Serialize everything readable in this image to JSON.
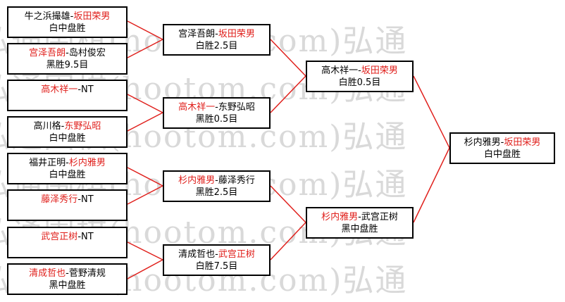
{
  "watermark": [
    "弘通围棋(hootom.com)弘通",
    "弘通围棋(hootom.com)弘通",
    "弘通围棋(hootom.com)弘通",
    "弘通围棋(hootom.com)弘通",
    "弘通围棋(hootom.com)弘通",
    "弘通围棋(hootom.com)弘通"
  ],
  "colors": {
    "winner": "#e0201c",
    "connector": "#e0201c",
    "border": "#000000"
  },
  "round1": [
    {
      "a": "牛之浜撮雄",
      "sep": "-",
      "b": "坂田荣男",
      "winner": "b",
      "result": "白中盘胜"
    },
    {
      "a": "宫泽吾朗",
      "sep": "-",
      "b": "岛村俊宏",
      "winner": "a",
      "result": "黑胜9.5目"
    },
    {
      "a": "高木祥一",
      "sep": "-",
      "b": "NT",
      "winner": "a",
      "result": ""
    },
    {
      "a": "高川格",
      "sep": "-",
      "b": "东野弘昭",
      "winner": "b",
      "result": "白中盘胜"
    },
    {
      "a": "福井正明",
      "sep": "-",
      "b": "杉内雅男",
      "winner": "b",
      "result": "白中盘胜"
    },
    {
      "a": "藤泽秀行",
      "sep": "-",
      "b": "NT",
      "winner": "a",
      "result": ""
    },
    {
      "a": "武宫正树",
      "sep": "-",
      "b": "NT",
      "winner": "a",
      "result": ""
    },
    {
      "a": "清成哲也",
      "sep": "-",
      "b": "菅野清规",
      "winner": "a",
      "result": "黑中盘胜"
    }
  ],
  "round2": [
    {
      "a": "宫泽吾朗",
      "sep": "-",
      "b": "坂田荣男",
      "winner": "b",
      "result": "白胜2.5目"
    },
    {
      "a": "高木祥一",
      "sep": "-",
      "b": "东野弘昭",
      "winner": "a",
      "result": "黑胜0.5目"
    },
    {
      "a": "杉内雅男",
      "sep": "-",
      "b": "藤泽秀行",
      "winner": "a",
      "result": "黑胜2.5目"
    },
    {
      "a": "清成哲也",
      "sep": "-",
      "b": "武宫正树",
      "winner": "b",
      "result": "白胜7.5目"
    }
  ],
  "round3": [
    {
      "a": "高木祥一",
      "sep": "-",
      "b": "坂田荣男",
      "winner": "b",
      "result": "白胜0.5目"
    },
    {
      "a": "杉内雅男",
      "sep": "-",
      "b": "武宫正树",
      "winner": "a",
      "result": "黑中盘胜"
    }
  ],
  "final": [
    {
      "a": "杉内雅男",
      "sep": "-",
      "b": "坂田荣男",
      "winner": "b",
      "result": "白中盘胜"
    }
  ]
}
